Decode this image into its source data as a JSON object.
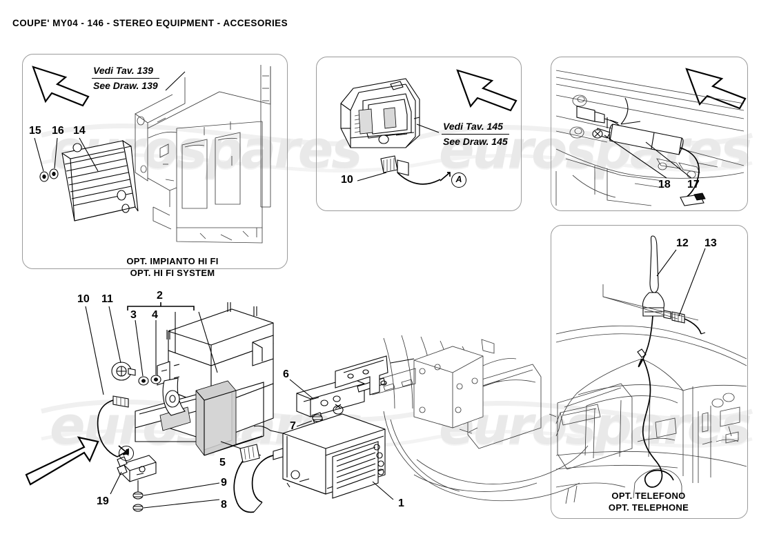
{
  "header": {
    "title": "COUPE' MY04 - 146 - STEREO EQUIPMENT - ACCESORIES"
  },
  "watermark": {
    "text": "eurospares"
  },
  "panels": {
    "hifi": {
      "name": "OPT. HI FI SYSTEM panel",
      "caption_it": "OPT. IMPIANTO HI FI",
      "caption_en": "OPT. HI FI SYSTEM",
      "reference": {
        "it": "Vedi Tav. 139",
        "en": "See Draw. 139"
      },
      "callouts": [
        "15",
        "16",
        "14"
      ]
    },
    "headunit": {
      "name": "head unit panel",
      "reference": {
        "it": "Vedi Tav. 145",
        "en": "See Draw. 145"
      },
      "callouts": [
        "10"
      ],
      "marker": "A"
    },
    "amplifier": {
      "name": "antenna amplifier panel",
      "callouts": [
        "18",
        "17"
      ]
    },
    "telephone": {
      "name": "OPT. TELEPHONE panel",
      "caption_it": "OPT. TELEFONO",
      "caption_en": "OPT. TELEPHONE",
      "callouts": [
        "12",
        "13"
      ]
    }
  },
  "main_diagram": {
    "name": "cd changer installation",
    "marker": "A",
    "callouts": {
      "c10": "10",
      "c11": "11",
      "c2": "2",
      "c3": "3",
      "c4": "4",
      "c5": "5",
      "c6": "6",
      "c7": "7",
      "c8": "8",
      "c9": "9",
      "c1": "1",
      "c19": "19"
    }
  }
}
